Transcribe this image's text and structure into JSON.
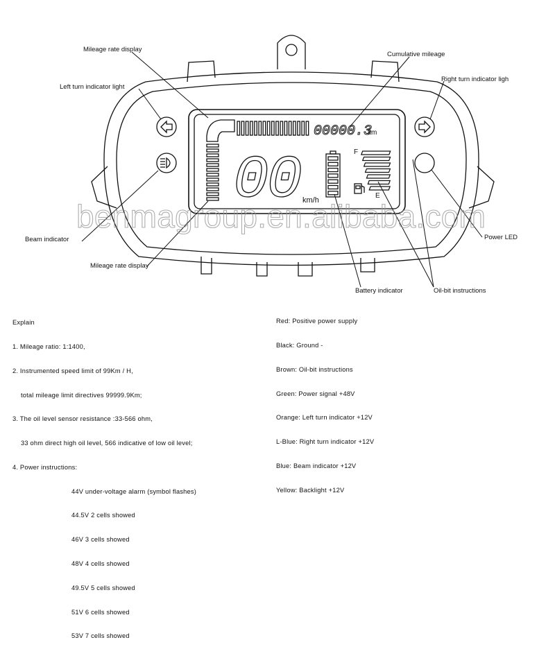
{
  "labels": {
    "mileage_rate_top": "Mileage rate display",
    "left_turn": "Left turn indicator light",
    "cumulative": "Cumulative mileage",
    "right_turn": "Right turn indicator ligh",
    "beam": "Beam indicator",
    "power_led": "Power LED",
    "mileage_rate_bottom": "Mileage rate display",
    "battery": "Battery indicator",
    "oil": "Oil-bit instructions"
  },
  "display": {
    "odometer": "00000.3",
    "odometer_unit": "km",
    "speed": "00",
    "speed_unit": "km/h",
    "fuel_full": "F",
    "fuel_empty": "E"
  },
  "watermark": "benmagroup.en.alibaba.com",
  "explain": {
    "title": "Explain",
    "lines": [
      "1. Mileage ratio: 1:1400,",
      "2. Instrumented speed limit of 99Km / H,",
      "total mileage limit directives 99999.9Km;",
      "3. The oil level sensor resistance :33-566 ohm,",
      "33 ohm direct high oil level, 566 indicative of low oil level;",
      "4. Power instructions:"
    ],
    "power": [
      "44V under-voltage alarm (symbol flashes)",
      "44.5V 2 cells showed",
      "46V 3 cells showed",
      "48V 4 cells showed",
      "49.5V 5 cells showed",
      "51V 6 cells showed",
      "53V 7 cells showed"
    ]
  },
  "wires": [
    "Red: Positive power supply",
    "Black: Ground -",
    "Brown: Oil-bit instructions",
    "Green: Power signal +48V",
    "Orange: Left turn indicator +12V",
    "L-Blue: Right turn indicator +12V",
    "Blue: Beam indicator +12V",
    "Yellow: Backlight +12V"
  ]
}
